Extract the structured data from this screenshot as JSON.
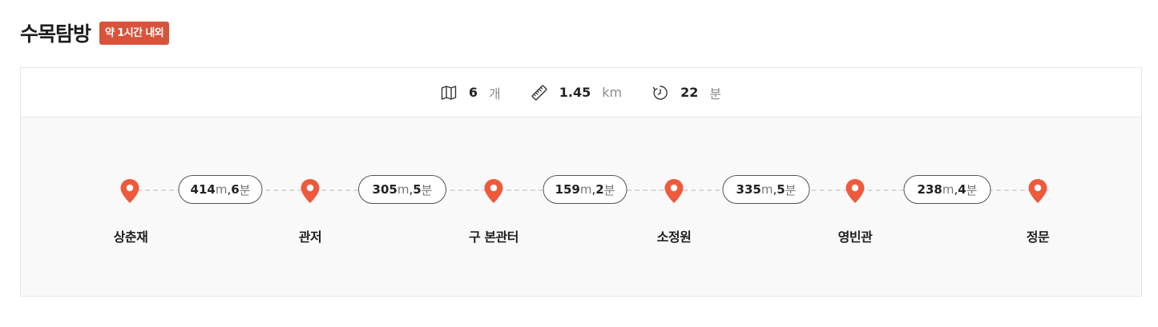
{
  "header": {
    "title": "수목탐방",
    "badge": "약 1시간 내외"
  },
  "stats": [
    {
      "icon": "map-icon",
      "value": "6",
      "unit": "개"
    },
    {
      "icon": "ruler-icon",
      "value": "1.45",
      "unit": "km"
    },
    {
      "icon": "timer-icon",
      "value": "22",
      "unit": "분"
    }
  ],
  "route": {
    "places": [
      "상춘재",
      "관저",
      "구 본관터",
      "소정원",
      "영빈관",
      "정문"
    ],
    "segments": [
      {
        "distance": "414",
        "distance_unit": "m",
        "sep": ", ",
        "time": "6",
        "time_unit": "분"
      },
      {
        "distance": "305",
        "distance_unit": "m",
        "sep": ", ",
        "time": "5",
        "time_unit": "분"
      },
      {
        "distance": "159",
        "distance_unit": "m",
        "sep": ", ",
        "time": "2",
        "time_unit": "분"
      },
      {
        "distance": "335",
        "distance_unit": "m",
        "sep": ", ",
        "time": "5",
        "time_unit": "분"
      },
      {
        "distance": "238",
        "distance_unit": "m",
        "sep": ", ",
        "time": "4",
        "time_unit": "분"
      }
    ]
  },
  "colors": {
    "accent": "#d9533b",
    "pin": "#ef5a3c"
  }
}
